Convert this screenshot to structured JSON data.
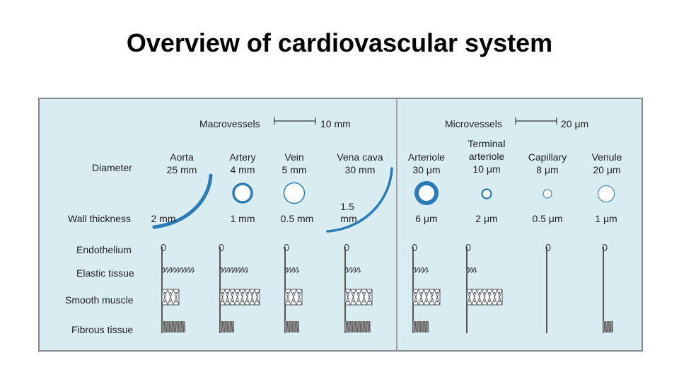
{
  "title": "Overview of cardiovascular system",
  "scale": {
    "macro_label": "Macrovessels",
    "macro_value": "10 mm",
    "micro_label": "Microvessels",
    "micro_value": "20 μm"
  },
  "row_labels": {
    "diameter": "Diameter",
    "wall_thickness": "Wall thickness",
    "endothelium": "Endothelium",
    "elastic": "Elastic tissue",
    "smooth": "Smooth muscle",
    "fibrous": "Fibrous tissue"
  },
  "vessels": [
    {
      "name": "Aorta",
      "diameter": "25 mm",
      "wall": "2 mm"
    },
    {
      "name": "Artery",
      "diameter": "4 mm",
      "wall": "1 mm"
    },
    {
      "name": "Vein",
      "diameter": "5 mm",
      "wall": "0.5 mm"
    },
    {
      "name": "Vena cava",
      "diameter": "30 mm",
      "wall_line1": "1.5",
      "wall_line2": "mm"
    },
    {
      "name": "Arteriole",
      "diameter": "30 μm",
      "wall": "6 μm"
    },
    {
      "name_line1": "Terminal",
      "name_line2": "arteriole",
      "diameter": "10 μm",
      "wall": "2 μm"
    },
    {
      "name": "Capillary",
      "diameter": "8 μm",
      "wall": "0.5 μm"
    },
    {
      "name": "Venule",
      "diameter": "20 μm",
      "wall": "1 μm"
    }
  ],
  "colors": {
    "panel_bg": "#d9ecf2",
    "panel_border": "#8a8a8a",
    "vessel_stroke": "#2b7bb9",
    "vessel_fill": "#ffffff",
    "text": "#222222"
  }
}
